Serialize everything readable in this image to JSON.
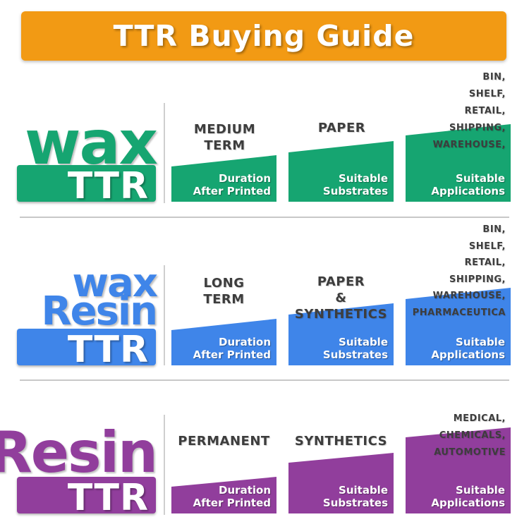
{
  "banner": {
    "title": "TTR Buying Guide",
    "color": "#F29A14"
  },
  "caption_labels": {
    "duration": [
      "Duration",
      "After Printed"
    ],
    "substrates": [
      "Suitable",
      "Substrates"
    ],
    "applications": [
      "Suitable",
      "Applications"
    ]
  },
  "sections": [
    {
      "id": "wax",
      "color": "#16A571",
      "name_lines": [
        "wax"
      ],
      "ttr": "TTR",
      "duration": [
        "MEDIUM",
        "TERM"
      ],
      "substrates": [
        "PAPER"
      ],
      "applications": [
        "BIN,",
        "SHELF,",
        "RETAIL,",
        "SHIPPING,",
        "WAREHOUSE,"
      ]
    },
    {
      "id": "wax-resin",
      "color": "#3F85E9",
      "name_lines": [
        "wax",
        "Resin"
      ],
      "ttr": "TTR",
      "duration": [
        "LONG",
        "TERM"
      ],
      "substrates": [
        "PAPER",
        "&",
        "SYNTHETICS"
      ],
      "applications": [
        "BIN,",
        "SHELF,",
        "RETAIL,",
        "SHIPPING,",
        "WAREHOUSE,",
        "PHARMACEUTICA"
      ]
    },
    {
      "id": "resin",
      "color": "#913E9C",
      "name_lines": [
        "Resin"
      ],
      "ttr": "TTR",
      "duration": [
        "PERMANENT"
      ],
      "substrates": [
        "SYNTHETICS"
      ],
      "applications": [
        "MEDICAL,",
        "CHEMICALS,",
        "AUTOMOTIVE"
      ]
    }
  ]
}
